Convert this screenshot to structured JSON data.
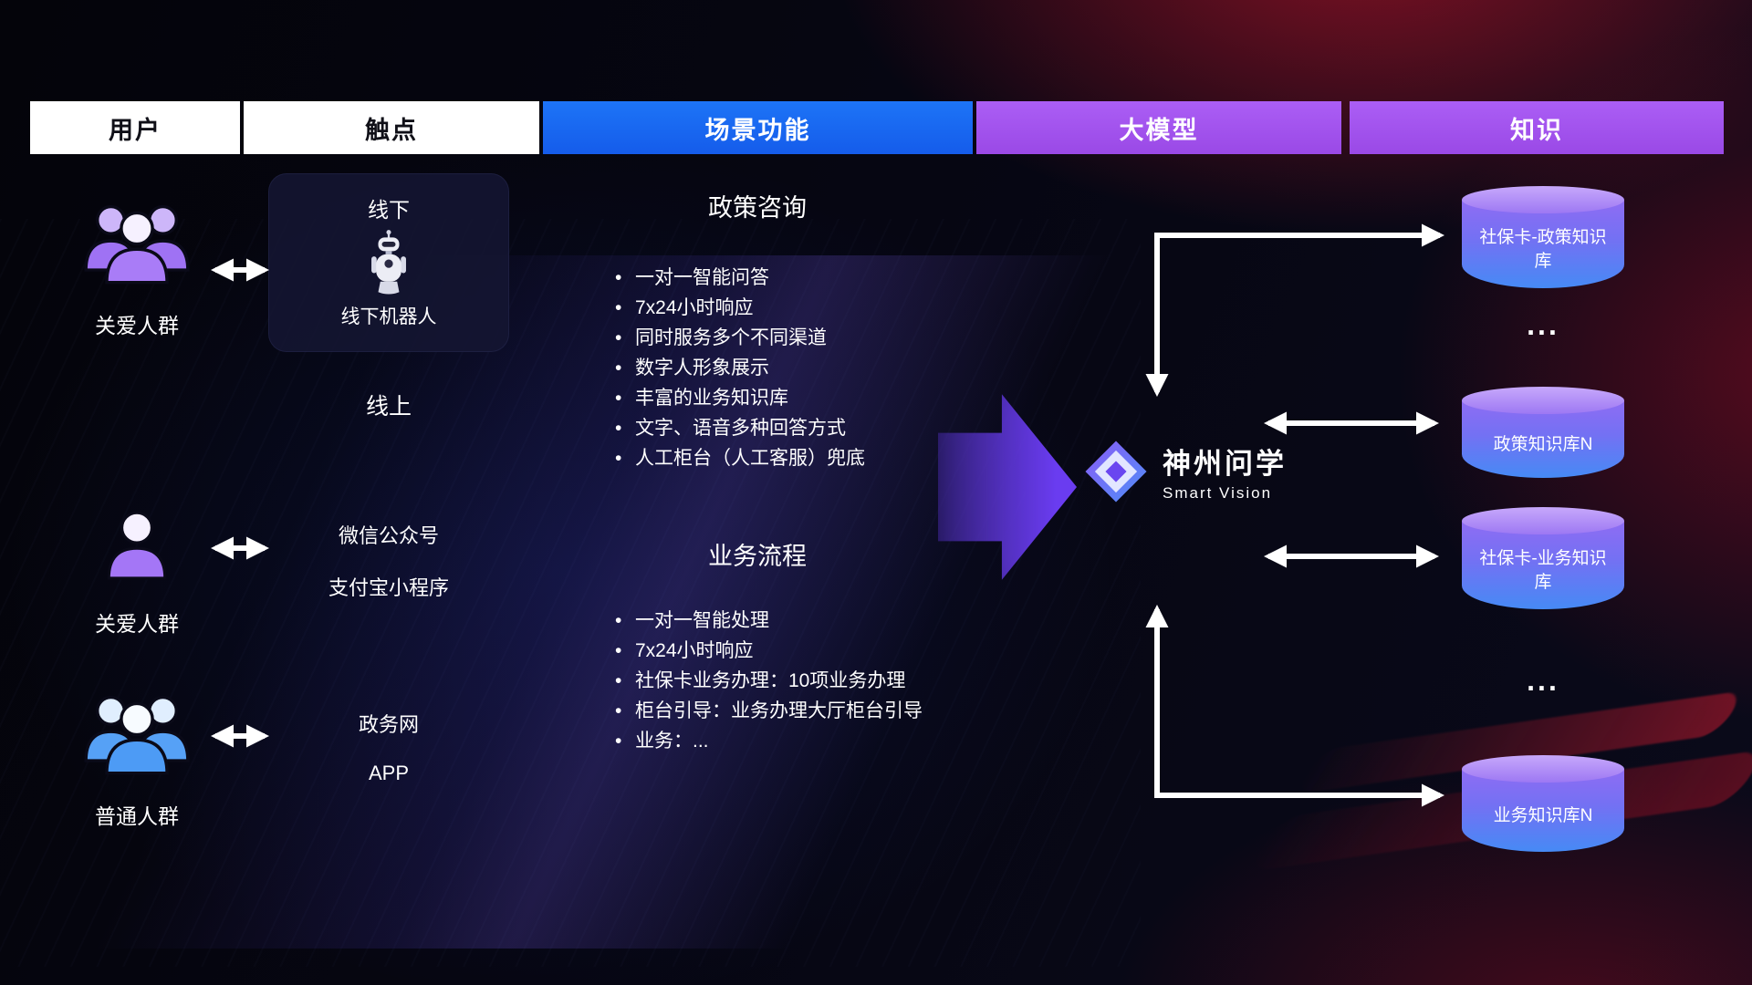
{
  "header": {
    "columns": [
      {
        "label": "用户"
      },
      {
        "label": "触点"
      },
      {
        "label": "场景功能"
      },
      {
        "label": "大模型"
      },
      {
        "label": "知识"
      }
    ]
  },
  "users": [
    {
      "label": "关爱人群",
      "icon": "group-people-purple-icon"
    },
    {
      "label": "关爱人群",
      "icon": "person-purple-icon"
    },
    {
      "label": "普通人群",
      "icon": "group-people-blue-icon"
    }
  ],
  "touchpoints": {
    "offline_card": {
      "title": "线下",
      "robot_label": "线下机器人"
    },
    "online_label": "线上",
    "channels": [
      "微信公众号",
      "支付宝小程序",
      "政务网",
      "APP"
    ]
  },
  "functions": {
    "policy": {
      "title": "政策咨询",
      "items": [
        "一对一智能问答",
        "7x24小时响应",
        "同时服务多个不同渠道",
        "数字人形象展示",
        "丰富的业务知识库",
        "文字、语音多种回答方式",
        "人工柜台（人工客服）兜底"
      ]
    },
    "business": {
      "title": "业务流程",
      "items": [
        "一对一智能处理",
        "7x24小时响应",
        "社保卡业务办理：10项业务办理",
        "柜台引导：业务办理大厅柜台引导",
        "业务：..."
      ]
    }
  },
  "model": {
    "name": "神州问学",
    "subtitle": "Smart Vision"
  },
  "knowledge": {
    "items": [
      {
        "label": "社保卡-政策知识库"
      },
      {
        "label": "..."
      },
      {
        "label": "政策知识库N"
      },
      {
        "label": "社保卡-业务知识库"
      },
      {
        "label": "..."
      },
      {
        "label": "业务知识库N"
      }
    ]
  },
  "colors": {
    "header_blue": "#1767ef",
    "header_purple": "#a255f0",
    "accent_purple": "#6a3cf0",
    "db_top": "#b18cf5",
    "db_bottom": "#468af5",
    "arrow_white": "#ffffff"
  }
}
